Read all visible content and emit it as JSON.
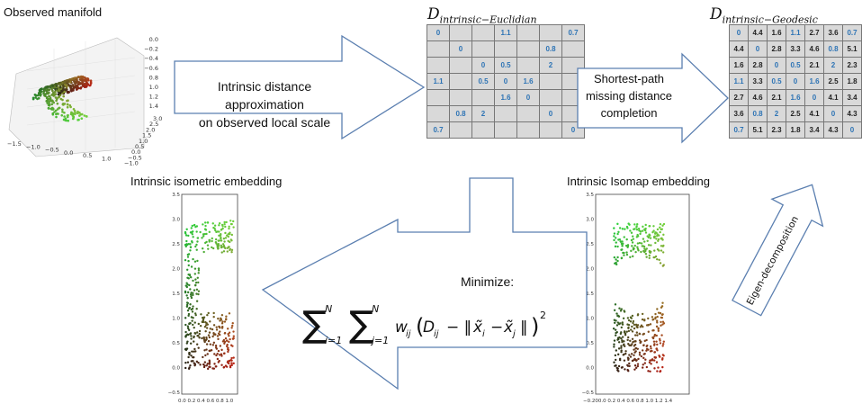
{
  "captions": {
    "observed": "Observed manifold",
    "isometric": "Intrinsic isometric embedding",
    "isomap": "Intrinsic Isomap embedding"
  },
  "titles": {
    "euclid_main": "D",
    "euclid_sub": "intrinsic−Euclidian",
    "geo_main": "D",
    "geo_sub": "intrinsic−Geodesic"
  },
  "arrows": {
    "approx_line1": "Intrinsic distance approximation",
    "approx_line2": "on observed  local scale",
    "shortest_line1": "Shortest-path",
    "shortest_line2": "missing distance",
    "shortest_line3": "completion",
    "eigen": "Eigen-decomposition",
    "minimize": "Minimize:"
  },
  "euclid_matrix": [
    [
      "0",
      "",
      "",
      "1.1",
      "",
      "",
      "0.7"
    ],
    [
      "",
      "0",
      "",
      "",
      "",
      "0.8",
      ""
    ],
    [
      "",
      "",
      "0",
      "0.5",
      "",
      "2",
      ""
    ],
    [
      "1.1",
      "",
      "0.5",
      "0",
      "1.6",
      "",
      ""
    ],
    [
      "",
      "",
      "",
      "1.6",
      "0",
      "",
      ""
    ],
    [
      "",
      "0.8",
      "2",
      "",
      "",
      "0",
      ""
    ],
    [
      "0.7",
      "",
      "",
      "",
      "",
      "",
      "0"
    ]
  ],
  "geo_matrix": [
    [
      "0",
      "4.4",
      "1.6",
      "1.1",
      "2.7",
      "3.6",
      "0.7"
    ],
    [
      "4.4",
      "0",
      "2.8",
      "3.3",
      "4.6",
      "0.8",
      "5.1"
    ],
    [
      "1.6",
      "2.8",
      "0",
      "0.5",
      "2.1",
      "2",
      "2.3"
    ],
    [
      "1.1",
      "3.3",
      "0.5",
      "0",
      "1.6",
      "2.5",
      "1.8"
    ],
    [
      "2.7",
      "4.6",
      "2.1",
      "1.6",
      "0",
      "4.1",
      "3.4"
    ],
    [
      "3.6",
      "0.8",
      "2",
      "2.5",
      "4.1",
      "0",
      "4.3"
    ],
    [
      "0.7",
      "5.1",
      "2.3",
      "1.8",
      "3.4",
      "4.3",
      "0"
    ]
  ],
  "manifold_ticks": {
    "z": [
      "0.0",
      "−0.2",
      "−0.4",
      "−0.6",
      "0.8",
      "1.0",
      "1.2",
      "1.4"
    ],
    "y": [
      "3.0",
      "2.5",
      "2.0",
      "1.5",
      "1.0",
      "0.5",
      "0.0",
      "−0.5",
      "−1.0"
    ],
    "x": [
      "−1.5",
      "−1.0",
      "−0.5",
      "0.0",
      "0.5",
      "1.0"
    ]
  },
  "isometric_ticks": {
    "y": [
      "3.5",
      "3.0",
      "2.5",
      "2.0",
      "1.5",
      "1.0",
      "0.5",
      "0.0",
      "−0.5"
    ],
    "x": "0.0 0.2 0.4 0.6 0.8 1.0"
  },
  "isomap_ticks": {
    "y": [
      "3.5",
      "3.0",
      "2.5",
      "2.0",
      "1.5",
      "1.0",
      "0.5",
      "0.0",
      "−0.5"
    ],
    "x": "−0.200.0 0.2 0.4 0.6 0.8 1.0 1.2 1.4"
  },
  "colors": {
    "arrow_stroke": "#5b7fb0",
    "matrix_bg": "#d9d9d9",
    "diag_blue": "#2e74b5"
  }
}
